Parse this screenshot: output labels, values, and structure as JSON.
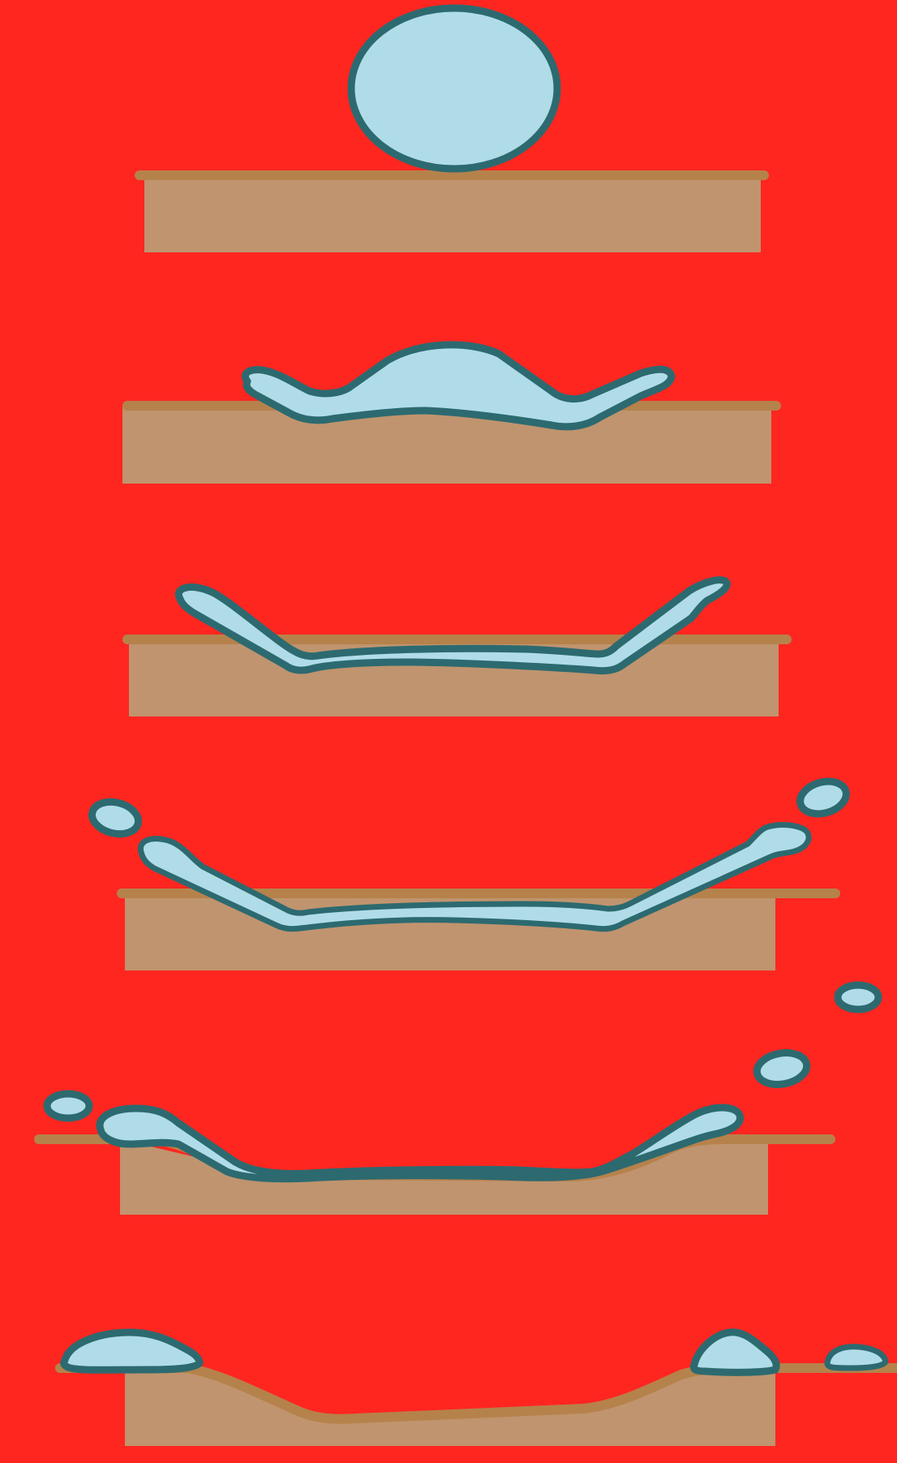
{
  "figure": {
    "subject": "",
    "colors": {
      "background": "#ff2620",
      "soil": "#c0946e",
      "soil_surface": "#b6824b",
      "water_fill": "#b0dce8",
      "water_outline": "#2c6a70"
    },
    "stages": [
      {
        "id": 1,
        "name": ""
      },
      {
        "id": 2,
        "name": ""
      },
      {
        "id": 3,
        "name": ""
      },
      {
        "id": 4,
        "name": ""
      },
      {
        "id": 5,
        "name": ""
      },
      {
        "id": 6,
        "name": ""
      }
    ]
  }
}
